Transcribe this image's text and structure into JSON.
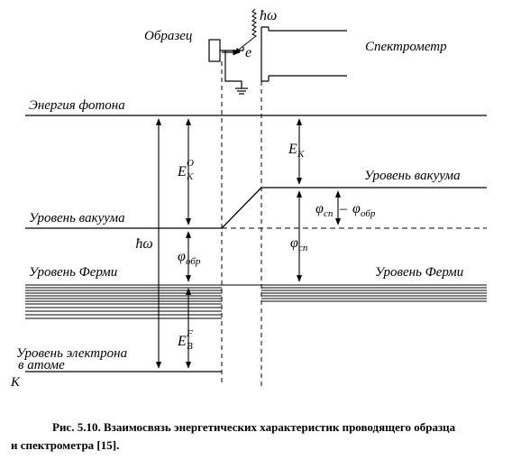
{
  "labels": {
    "sample": "Образец",
    "spectrometer": "Спектрометр",
    "photon": "ħω",
    "electron": "e",
    "photon_energy": "Энергия фотона",
    "vacuum_left": "Уровень вакуума",
    "vacuum_right": "Уровень вакуума",
    "fermi_left": "Уровень Ферми",
    "fermi_right": "Уровень Ферми",
    "core_line1": "Уровень электрона",
    "core_line2": "в атоме",
    "k_level": "K"
  },
  "symbols": {
    "hw": "ħω",
    "ek": "E",
    "ek_sub": "K",
    "ek0": "E",
    "ek0_sub": "K",
    "ek0_sup": "O",
    "phi_sp": "φ",
    "phi_sp_sub": "сп",
    "phi_diff_a": "φ",
    "phi_diff_a_sub": "сп",
    "phi_diff_minus": "–",
    "phi_diff_b": "φ",
    "phi_diff_b_sub": "обр",
    "phi_obr": "φ",
    "phi_obr_sub": "обр",
    "eb": "E",
    "eb_sub": "B",
    "eb_sup": "F"
  },
  "caption": {
    "line1": "Рис. 5.10. Взаимосвязь энергетических характеристик проводящего образца",
    "line2": "и спектрометра [15]."
  }
}
